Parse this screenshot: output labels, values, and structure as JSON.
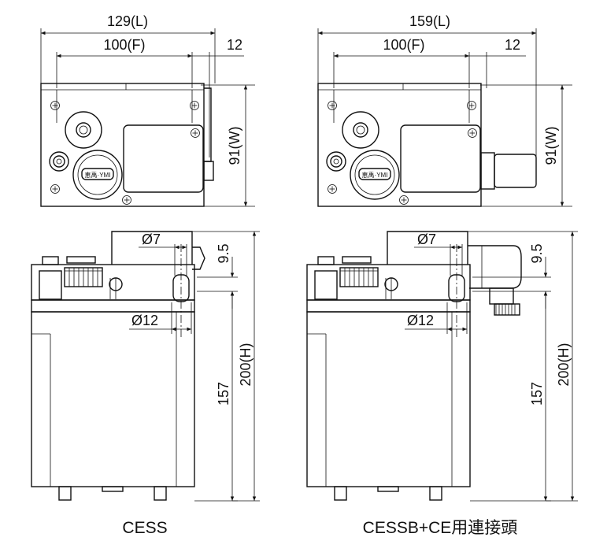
{
  "left": {
    "length_label": "129(L)",
    "fixing_label": "100(F)",
    "offset_label": "12",
    "width_label": "91(W)",
    "bore7_label": "Ø7",
    "bore12_label": "Ø12",
    "pitch_label": "9.5",
    "height157_label": "157",
    "height_label": "200(H)",
    "knob_text": "恵禹·YMI",
    "caption": "CESS"
  },
  "right": {
    "length_label": "159(L)",
    "fixing_label": "100(F)",
    "offset_label": "12",
    "width_label": "91(W)",
    "bore7_label": "Ø7",
    "bore12_label": "Ø12",
    "pitch_label": "9.5",
    "height157_label": "157",
    "height_label": "200(H)",
    "knob_text": "恵禹·YMI",
    "caption": "CESSB+CE用連接頭"
  },
  "colors": {
    "line": "#111111",
    "background": "#ffffff"
  }
}
